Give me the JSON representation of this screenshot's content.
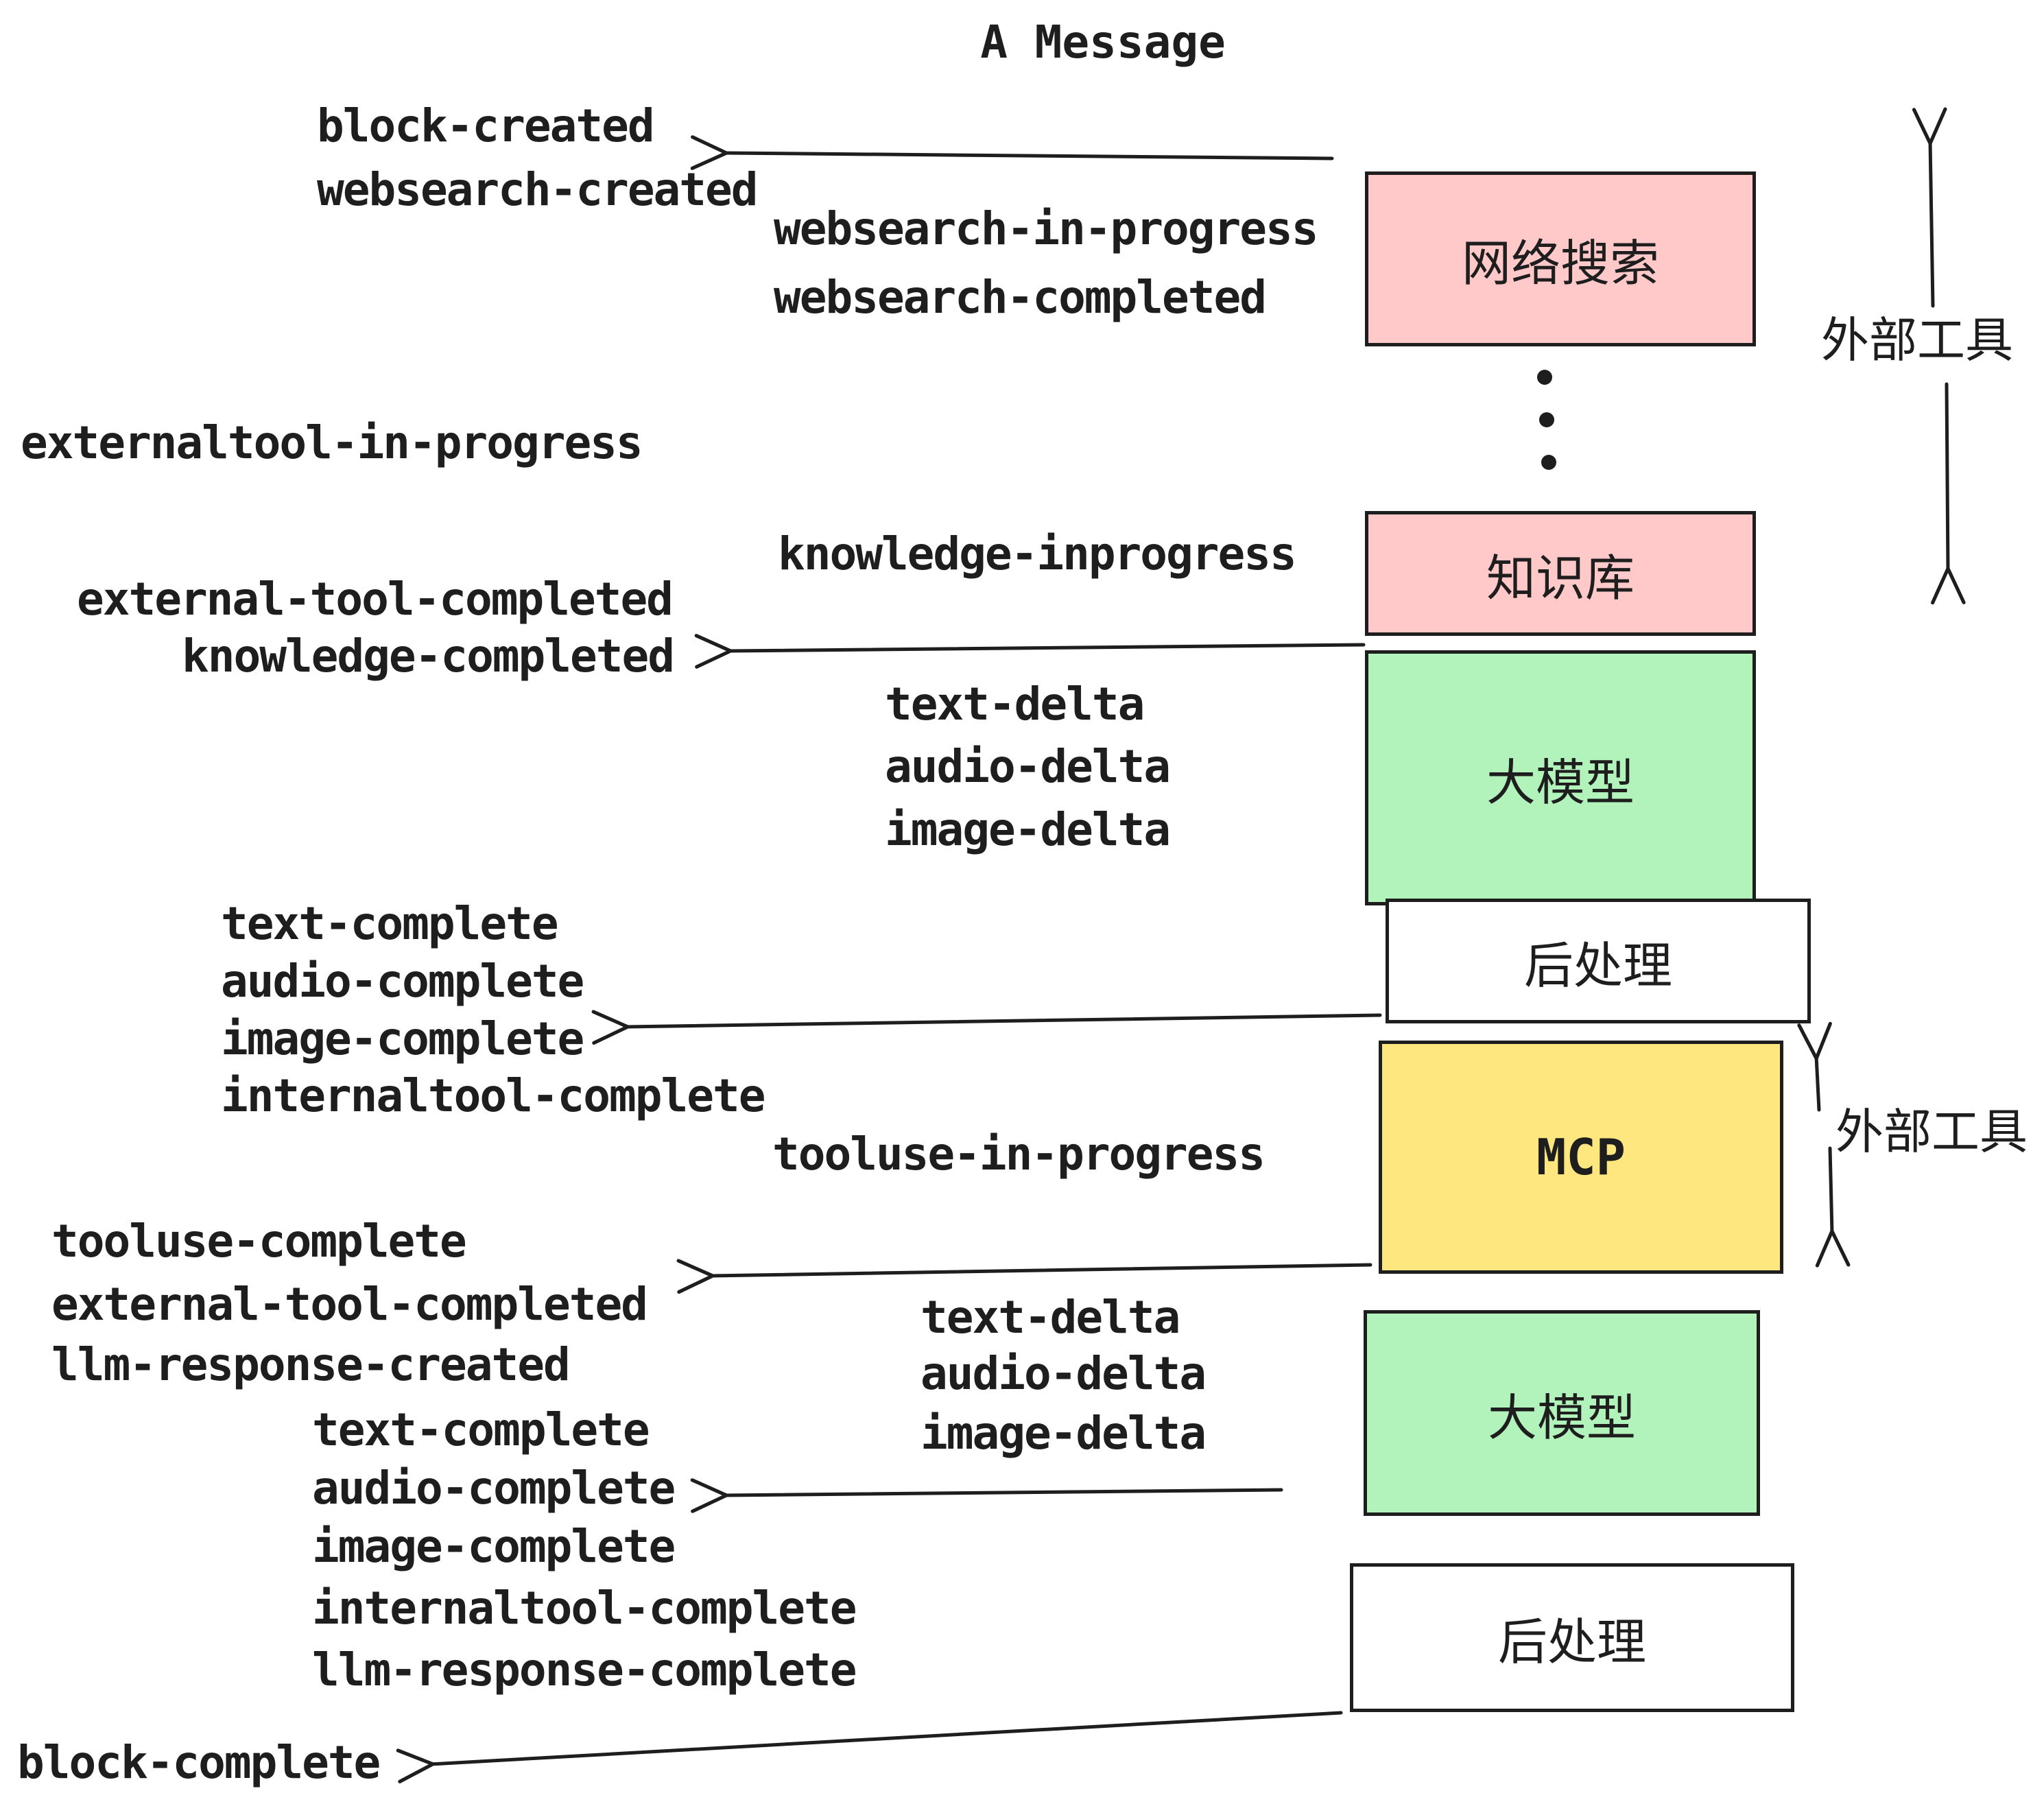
{
  "title": "A Message",
  "events": [
    {
      "id": "block-created",
      "text": "block-created"
    },
    {
      "id": "websearch-created",
      "text": "websearch-created"
    },
    {
      "id": "websearch-in-progress",
      "text": "websearch-in-progress"
    },
    {
      "id": "websearch-completed",
      "text": "websearch-completed"
    },
    {
      "id": "externaltool-in-progress",
      "text": "externaltool-in-progress"
    },
    {
      "id": "knowledge-inprogress",
      "text": "knowledge-inprogress"
    },
    {
      "id": "external-tool-completed",
      "text": "external-tool-completed"
    },
    {
      "id": "knowledge-completed",
      "text": "knowledge-completed"
    },
    {
      "id": "text-delta-1",
      "text": "text-delta"
    },
    {
      "id": "audio-delta-1",
      "text": "audio-delta"
    },
    {
      "id": "image-delta-1",
      "text": "image-delta"
    },
    {
      "id": "text-complete-1",
      "text": "text-complete"
    },
    {
      "id": "audio-complete-1",
      "text": "audio-complete"
    },
    {
      "id": "image-complete-1",
      "text": "image-complete"
    },
    {
      "id": "internaltool-complete-1",
      "text": "internaltool-complete"
    },
    {
      "id": "tooluse-in-progress",
      "text": "tooluse-in-progress"
    },
    {
      "id": "tooluse-complete",
      "text": "tooluse-complete"
    },
    {
      "id": "external-tool-completed-2",
      "text": "external-tool-completed"
    },
    {
      "id": "llm-response-created",
      "text": "llm-response-created"
    },
    {
      "id": "text-delta-2",
      "text": "text-delta"
    },
    {
      "id": "audio-delta-2",
      "text": "audio-delta"
    },
    {
      "id": "image-delta-2",
      "text": "image-delta"
    },
    {
      "id": "text-complete-2",
      "text": "text-complete"
    },
    {
      "id": "audio-complete-2",
      "text": "audio-complete"
    },
    {
      "id": "image-complete-2",
      "text": "image-complete"
    },
    {
      "id": "internaltool-complete-2",
      "text": "internaltool-complete"
    },
    {
      "id": "llm-response-complete",
      "text": "llm-response-complete"
    },
    {
      "id": "block-complete",
      "text": "block-complete"
    }
  ],
  "boxes": [
    {
      "id": "websearch",
      "label": "网络搜索",
      "color": "#ffc9c9"
    },
    {
      "id": "knowledge",
      "label": "知识库",
      "color": "#ffc9c9"
    },
    {
      "id": "llm-1",
      "label": "大模型",
      "color": "#b2f2bb"
    },
    {
      "id": "postprocess-1",
      "label": "后处理",
      "color": "#ffffff"
    },
    {
      "id": "mcp",
      "label": "MCP",
      "color": "#ffe780"
    },
    {
      "id": "llm-2",
      "label": "大模型",
      "color": "#b2f2bb"
    },
    {
      "id": "postprocess-2",
      "label": "后处理",
      "color": "#ffffff"
    }
  ],
  "side_labels": [
    {
      "id": "external-tools-1",
      "text": "外部工具"
    },
    {
      "id": "external-tools-2",
      "text": "外部工具"
    }
  ],
  "colors": {
    "pink": "#ffc9c9",
    "green": "#b2f2bb",
    "yellow": "#ffe780",
    "white": "#ffffff",
    "stroke": "#1e1e1e"
  }
}
